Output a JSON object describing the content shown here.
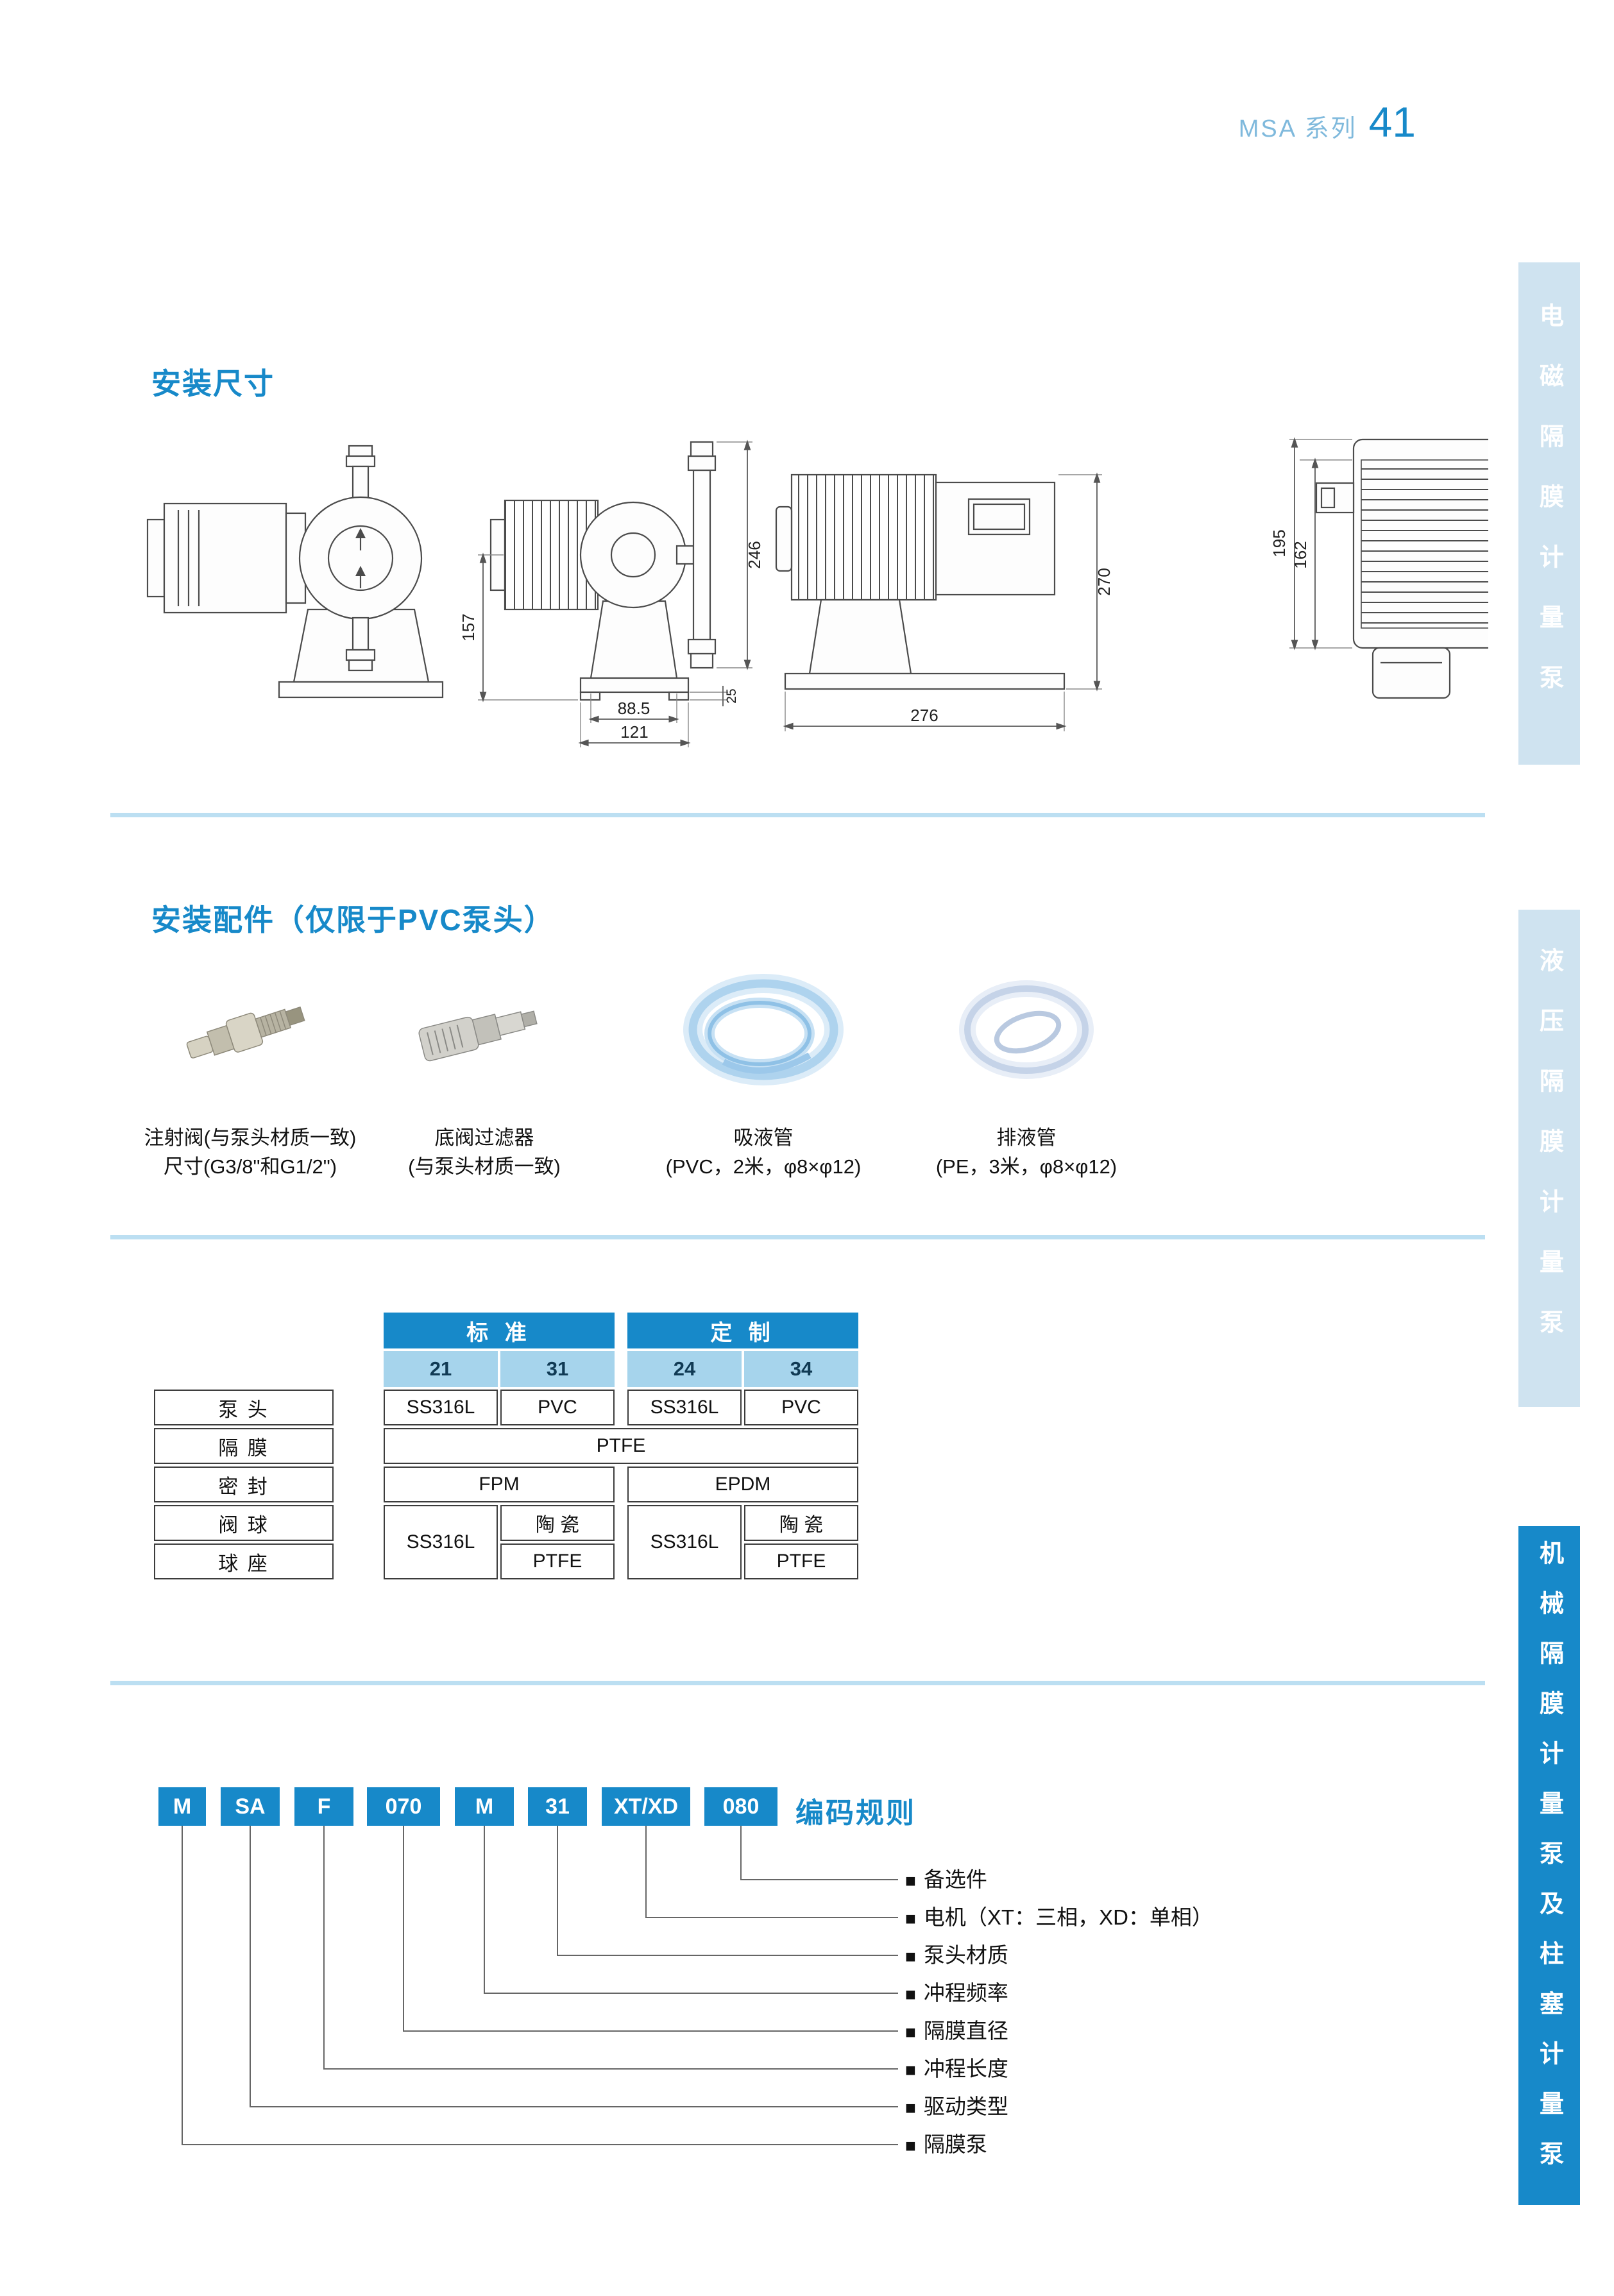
{
  "header": {
    "series_label": "MSA 系列",
    "page_number": "41"
  },
  "sidebar": {
    "tabs": [
      {
        "label": "电磁隔膜计量泵"
      },
      {
        "label": "液压隔膜计量泵"
      },
      {
        "label": "机械隔膜计量泵及柱塞计量泵"
      }
    ]
  },
  "install_dims": {
    "title": "安装尺寸",
    "view2": {
      "left_height": "157",
      "right_height": "246",
      "base_inner_width": "88.5",
      "base_outer_width": "121",
      "foot_height": "25"
    },
    "view3": {
      "total_width": "276",
      "total_height": "270"
    },
    "view4": {
      "outer_height": "195",
      "inner_height": "162"
    }
  },
  "accessories": {
    "title": "安装配件（仅限于PVC泵头）",
    "items": [
      {
        "line1": "注射阀(与泵头材质一致)",
        "line2": "尺寸(G3/8\"和G1/2\")"
      },
      {
        "line1": "底阀过滤器",
        "line2": "(与泵头材质一致)"
      },
      {
        "line1": "吸液管",
        "line2": "(PVC，2米，φ8×φ12)"
      },
      {
        "line1": "排液管",
        "line2": "(PE，3米，φ8×φ12)"
      }
    ]
  },
  "materials": {
    "group_standard": "标 准",
    "group_custom": "定 制",
    "codes": [
      "21",
      "31",
      "24",
      "34"
    ],
    "rows": {
      "pump_head": {
        "label": "泵 头",
        "values": [
          "SS316L",
          "PVC",
          "SS316L",
          "PVC"
        ]
      },
      "diaphragm": {
        "label": "隔 膜",
        "value": "PTFE"
      },
      "seal": {
        "label": "密 封",
        "standard": "FPM",
        "custom": "EPDM"
      },
      "valve_ball": {
        "label": "阀 球",
        "col21": "SS316L",
        "col31": "陶 瓷",
        "col24": "SS316L",
        "col34": "陶 瓷"
      },
      "ball_seat": {
        "label": "球 座",
        "col31": "PTFE",
        "col34": "PTFE"
      }
    }
  },
  "coding": {
    "title": "编码规则",
    "bullet": "■",
    "boxes": [
      "M",
      "SA",
      "F",
      "070",
      "M",
      "31",
      "XT/XD",
      "080"
    ],
    "labels": [
      "备选件",
      "电机（XT：三相，XD：单相）",
      "泵头材质",
      "冲程频率",
      "隔膜直径",
      "冲程长度",
      "驱动类型",
      "隔膜泵"
    ]
  },
  "colors": {
    "accent": "#1789c9",
    "light_blue": "#a6d4ec",
    "sidebar_light": "#cfe3f0",
    "divider": "#bcdff2"
  }
}
